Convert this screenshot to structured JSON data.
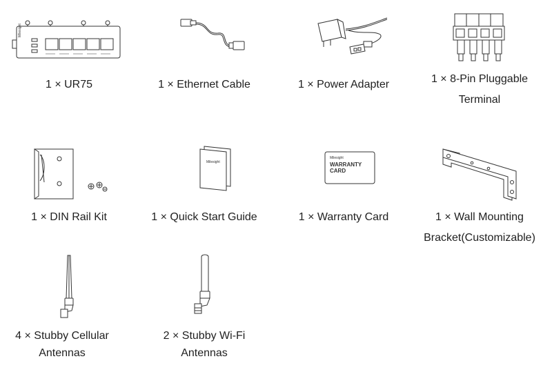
{
  "items": [
    {
      "id": "ur75",
      "lines": [
        "1 × UR75"
      ],
      "brand": "Milesight"
    },
    {
      "id": "ethernet-cable",
      "lines": [
        "1 × Ethernet Cable"
      ]
    },
    {
      "id": "power-adapter",
      "lines": [
        "1 × Power Adapter"
      ]
    },
    {
      "id": "pluggable-terminal",
      "lines": [
        "1 × 8-Pin Pluggable",
        "Terminal"
      ]
    },
    {
      "id": "din-rail-kit",
      "lines": [
        "1 × DIN Rail Kit"
      ]
    },
    {
      "id": "quick-start-guide",
      "lines": [
        "1 × Quick Start Guide"
      ],
      "brand": "Milesight"
    },
    {
      "id": "warranty-card",
      "lines": [
        "1 × Warranty Card"
      ],
      "brand": "Milesight",
      "card_title": [
        "WARRANTY",
        "CARD"
      ]
    },
    {
      "id": "wall-mounting-bracket",
      "lines": [
        "1 × Wall Mounting",
        "Bracket(Customizable)"
      ]
    },
    {
      "id": "cellular-antennas",
      "lines": [
        "4 × Stubby Cellular",
        "Antennas"
      ]
    },
    {
      "id": "wifi-antennas",
      "lines": [
        "2 × Stubby Wi-Fi",
        "Antennas"
      ]
    }
  ]
}
